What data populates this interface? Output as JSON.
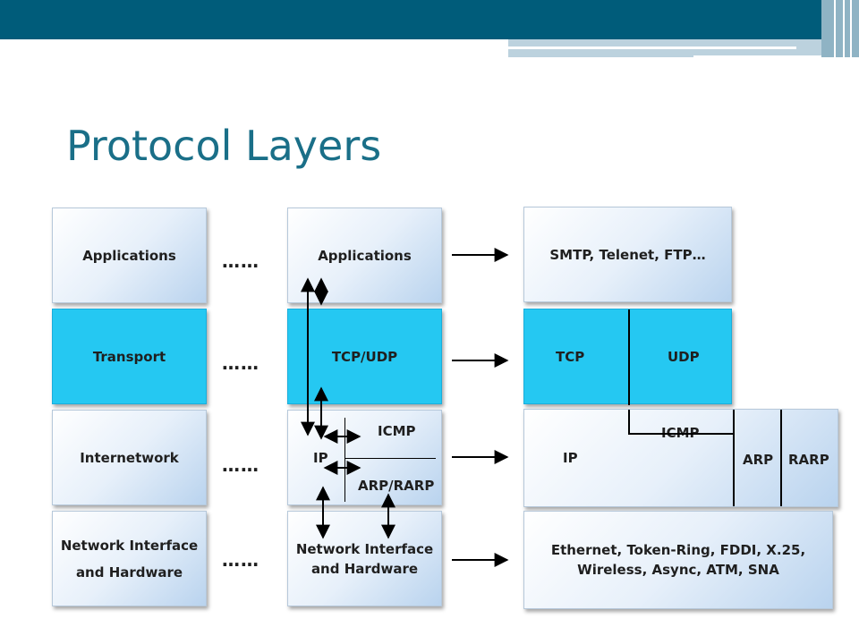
{
  "slide": {
    "title": "Protocol Layers"
  },
  "left_column": {
    "layers": [
      {
        "label": "Applications"
      },
      {
        "label": "Transport"
      },
      {
        "label": "Internetwork"
      },
      {
        "label_line1": "Network Interface",
        "label_line2": "and Hardware"
      }
    ]
  },
  "ellipsis": [
    "……",
    "……",
    "……",
    "……"
  ],
  "middle_column": {
    "applications": "Applications",
    "transport": "TCP/UDP",
    "internet": {
      "ip": "IP",
      "icmp": "ICMP",
      "arp": "ARP/RARP"
    },
    "network_line1": "Network Interface",
    "network_line2": "and Hardware"
  },
  "right_column": {
    "applications": "SMTP, Telenet, FTP…",
    "tcp": "TCP",
    "udp": "UDP",
    "ip": "IP",
    "icmp": "ICMP",
    "arp": "ARP",
    "rarp": "RARP",
    "network_line1": "Ethernet, Token-Ring, FDDI, X.25,",
    "network_line2": "Wireless, Async, ATM, SNA"
  },
  "colors": {
    "banner": "#005c7a",
    "title": "#1a6f88",
    "transport_fill": "#25c8f2"
  }
}
